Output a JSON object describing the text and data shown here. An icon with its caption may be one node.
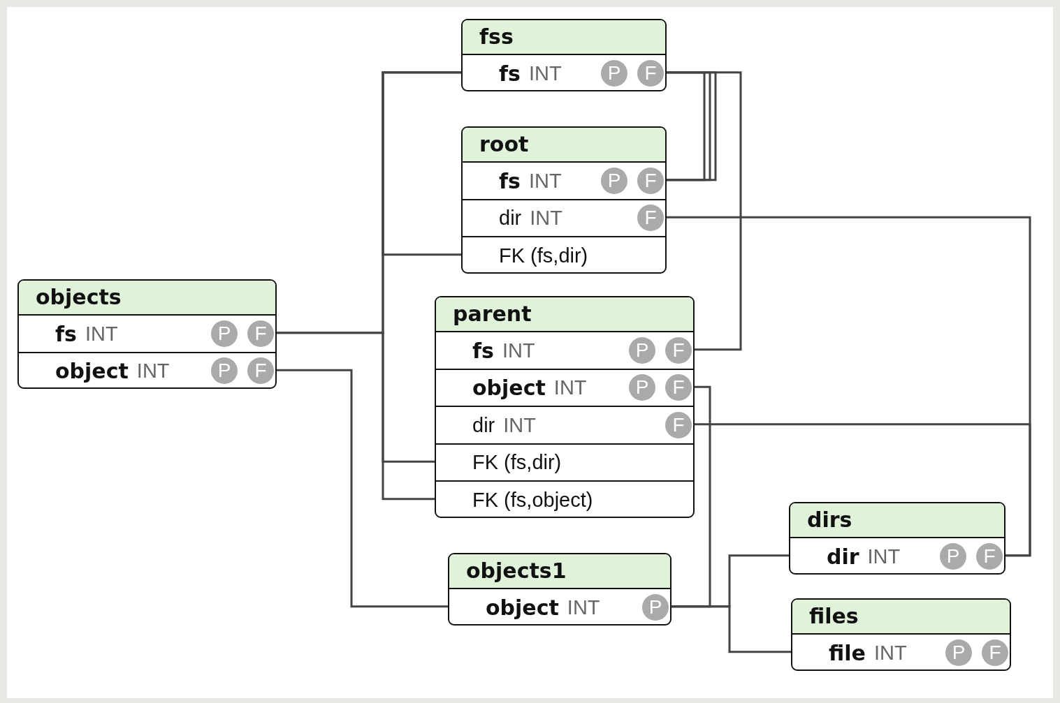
{
  "diagram": {
    "nodes": [
      {
        "text": [
          "fss"
        ]
      },
      {
        "text": [
          "fs",
          "INT",
          "P",
          "F"
        ],
        "in": 0
      },
      {
        "text": [
          "root"
        ]
      },
      {
        "text": [
          "fs",
          "INT",
          "P",
          "F"
        ],
        "in": 2
      },
      {
        "text": [
          "dir",
          "INT",
          "F"
        ],
        "in": 2
      },
      {
        "text": [
          "FK (fs,dir)"
        ],
        "in": 2
      },
      {
        "text": [
          "objects"
        ]
      },
      {
        "text": [
          "fs",
          "INT",
          "P",
          "F"
        ],
        "in": 6
      },
      {
        "text": [
          "object",
          "INT",
          "P",
          "F"
        ],
        "in": 6
      },
      {
        "text": [
          "parent"
        ]
      },
      {
        "text": [
          "fs",
          "INT",
          "P",
          "F"
        ],
        "in": 9
      },
      {
        "text": [
          "object",
          "INT",
          "P",
          "F"
        ],
        "in": 9
      },
      {
        "text": [
          "dir",
          "INT",
          "F"
        ],
        "in": 9
      },
      {
        "text": [
          "FK (fs,dir)"
        ],
        "in": 9
      },
      {
        "text": [
          "FK (fs,object)"
        ],
        "in": 9
      },
      {
        "text": [
          "dirs"
        ]
      },
      {
        "text": [
          "dir",
          "INT",
          "P",
          "F"
        ],
        "in": 15
      },
      {
        "text": [
          "objects1"
        ]
      },
      {
        "text": [
          "object",
          "INT",
          "P"
        ],
        "in": 17
      },
      {
        "text": [
          "files"
        ]
      },
      {
        "text": [
          "file",
          "INT",
          "P",
          "F"
        ],
        "in": 19
      }
    ],
    "edges": [
      {
        "from": 5,
        "to": 1,
        "arrow": "none"
      },
      {
        "from": 7,
        "to": 1,
        "arrow": "none"
      },
      {
        "from": 13,
        "to": 1,
        "arrow": "none"
      },
      {
        "from": 14,
        "to": 7,
        "arrow": "none"
      },
      {
        "from": 3,
        "to": 1,
        "arrow": "none"
      },
      {
        "from": 3,
        "to": 1,
        "arrow": "none"
      },
      {
        "from": 3,
        "to": 1,
        "arrow": "none"
      },
      {
        "from": 10,
        "to": 1,
        "arrow": "none"
      },
      {
        "from": 4,
        "to": 16,
        "arrow": "none"
      },
      {
        "from": 12,
        "to": 16,
        "arrow": "none"
      },
      {
        "from": 8,
        "to": 18,
        "arrow": "none"
      },
      {
        "from": 11,
        "to": 18,
        "arrow": "none"
      },
      {
        "from": 18,
        "to": 16,
        "arrow": "none"
      },
      {
        "from": 18,
        "to": 20,
        "arrow": "none"
      }
    ]
  }
}
